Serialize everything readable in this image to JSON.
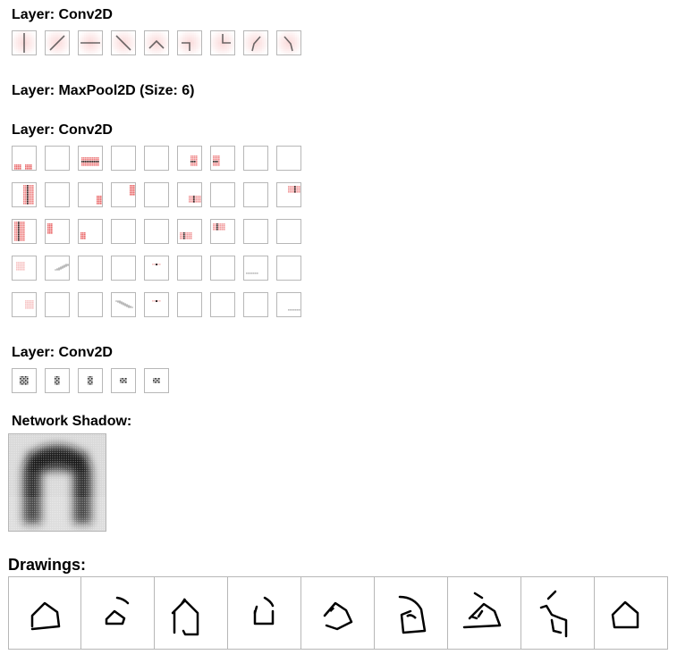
{
  "layers": [
    {
      "title": "Layer: Conv2D",
      "kind": "kernels3x3"
    },
    {
      "title": "Layer: MaxPool2D (Size: 6)",
      "kind": "pool"
    },
    {
      "title": "Layer: Conv2D",
      "kind": "grid"
    },
    {
      "title": "Layer: Conv2D",
      "kind": "small"
    }
  ],
  "shadow": {
    "title": "Network Shadow:"
  },
  "drawings": {
    "title": "Drawings:",
    "count": 9
  },
  "colors": {
    "positive": "#e8595a",
    "positive_light": "#f6b9b9",
    "negative": "#1a1a1a",
    "border": "#b7b7b7"
  }
}
